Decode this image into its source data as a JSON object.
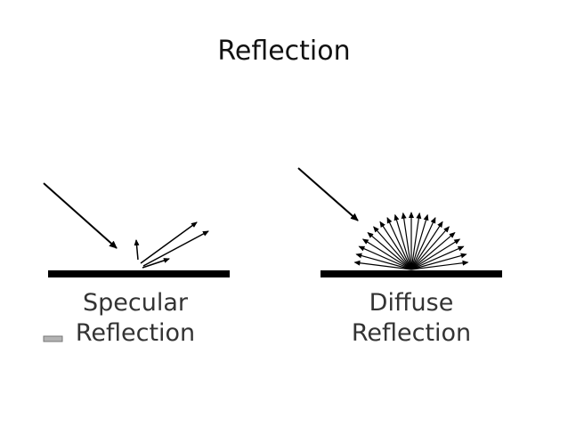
{
  "slide": {
    "title": "Reflection"
  },
  "specular": {
    "line1": "Specular",
    "line2": "Reflection"
  },
  "diffuse": {
    "line1": "Diffuse",
    "line2": "Reflection"
  }
}
